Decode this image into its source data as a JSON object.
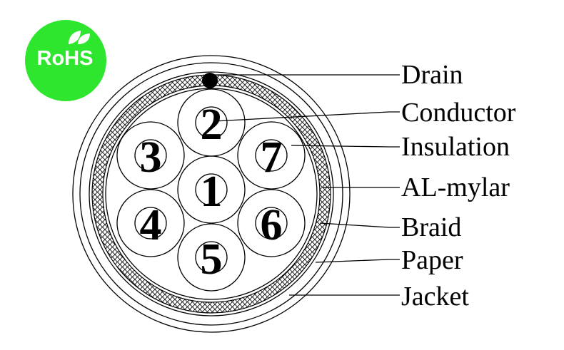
{
  "logo": {
    "text": "RoHS",
    "color": "#2ee62e",
    "icon": "leaf-icon"
  },
  "cores": [
    "1",
    "2",
    "3",
    "4",
    "5",
    "6",
    "7"
  ],
  "labels": {
    "drain": "Drain",
    "conductor": "Conductor",
    "insulation": "Insulation",
    "al_mylar": "AL-mylar",
    "braid": "Braid",
    "paper": "Paper",
    "jacket": "Jacket"
  }
}
